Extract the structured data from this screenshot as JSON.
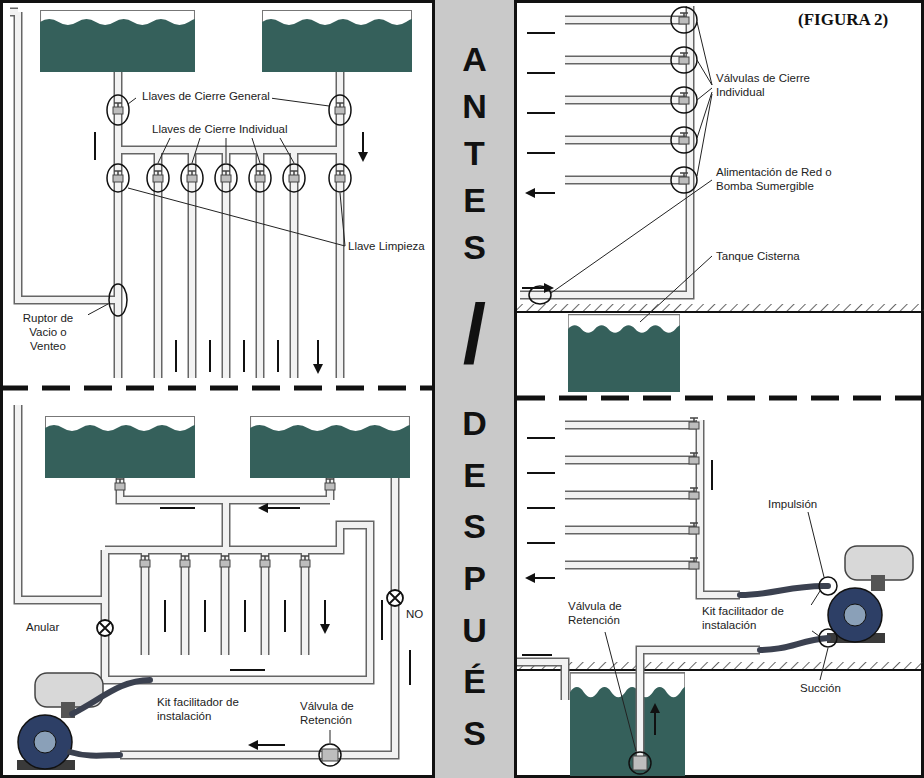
{
  "diagram": {
    "title": "(FIGURA 2)",
    "nodes": [
      {
        "text": [
          "ANTES",
          "/",
          "DESPUÉS"
        ]
      }
    ],
    "labels": [
      "Llaves de Cierre General",
      "Llaves de Cierre Individual",
      "Llave Limpieza",
      "Ruptor de Vacio o Venteo",
      "Válvulas de Cierre Individual",
      "Alimentación de Red o Bomba Sumergible",
      "Tanque Cisterna",
      "Anular",
      "NO",
      "Kit facilitador de instalación",
      "Válvula de Retención",
      "Impulsión",
      "Kit facilitador de instalación",
      "Válvula de Retención",
      "Succión"
    ]
  }
}
